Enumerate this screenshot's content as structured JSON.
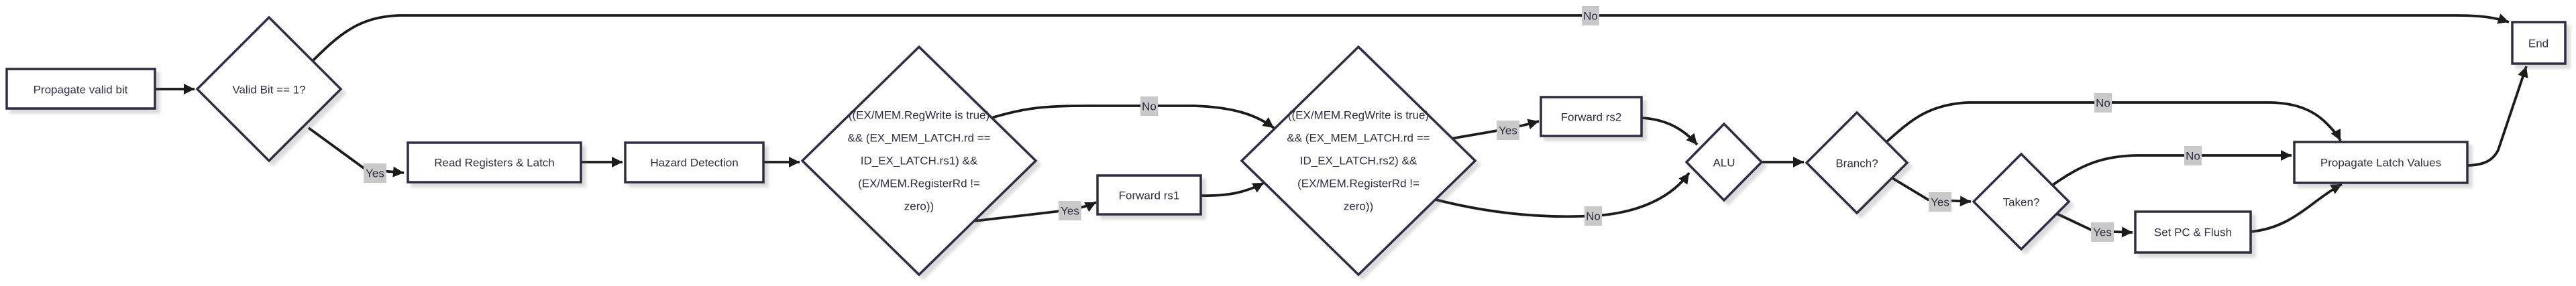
{
  "diagram": {
    "type": "flowchart",
    "direction": "left-to-right",
    "colors": {
      "node_fill": "#ffffff",
      "node_border": "#2e2d42",
      "node_text": "#2e2d42",
      "edge_line": "#1b1b1b",
      "edge_label_bg": "#c9c9c9",
      "edge_label_text": "#2e2d42",
      "background": "#ffffff"
    },
    "nodes": {
      "propagate_valid_bit": {
        "shape": "rect",
        "label": "Propagate valid bit"
      },
      "valid_bit_check": {
        "shape": "diamond",
        "label": "Valid Bit == 1?"
      },
      "read_registers": {
        "shape": "rect",
        "label": "Read Registers & Latch"
      },
      "hazard_detection": {
        "shape": "rect",
        "label": "Hazard Detection"
      },
      "forward_rs1_condition": {
        "shape": "diamond",
        "lines": [
          "((EX/MEM.RegWrite is true)",
          "&& (EX_MEM_LATCH.rd ==",
          "ID_EX_LATCH.rs1) &&",
          "(EX/MEM.RegisterRd !=",
          "zero))"
        ]
      },
      "forward_rs1": {
        "shape": "rect",
        "label": "Forward rs1"
      },
      "forward_rs2_condition": {
        "shape": "diamond",
        "lines": [
          "((EX/MEM.RegWrite is true)",
          "&& (EX_MEM_LATCH.rd ==",
          "ID_EX_LATCH.rs2) &&",
          "(EX/MEM.RegisterRd !=",
          "zero))"
        ]
      },
      "forward_rs2": {
        "shape": "rect",
        "label": "Forward rs2"
      },
      "alu": {
        "shape": "diamond",
        "label": "ALU"
      },
      "branch_check": {
        "shape": "diamond",
        "label": "Branch?"
      },
      "taken_check": {
        "shape": "diamond",
        "label": "Taken?"
      },
      "set_pc_flush": {
        "shape": "rect",
        "label": "Set PC & Flush"
      },
      "propagate_latch_values": {
        "shape": "rect",
        "label": "Propagate Latch Values"
      },
      "end": {
        "shape": "rect",
        "label": "End"
      }
    },
    "edge_labels": {
      "valid_no": "No",
      "valid_yes": "Yes",
      "rs1_cond_no": "No",
      "rs1_cond_yes": "Yes",
      "rs2_cond_yes": "Yes",
      "rs2_cond_no": "No",
      "branch_no": "No",
      "branch_yes": "Yes",
      "taken_no": "No",
      "taken_yes": "Yes"
    },
    "edges": [
      {
        "from": "propagate_valid_bit",
        "to": "valid_bit_check",
        "label": ""
      },
      {
        "from": "valid_bit_check",
        "to": "end",
        "label": "No"
      },
      {
        "from": "valid_bit_check",
        "to": "read_registers",
        "label": "Yes"
      },
      {
        "from": "read_registers",
        "to": "hazard_detection",
        "label": ""
      },
      {
        "from": "hazard_detection",
        "to": "forward_rs1_condition",
        "label": ""
      },
      {
        "from": "forward_rs1_condition",
        "to": "forward_rs2_condition",
        "label": "No"
      },
      {
        "from": "forward_rs1_condition",
        "to": "forward_rs1",
        "label": "Yes"
      },
      {
        "from": "forward_rs1",
        "to": "forward_rs2_condition",
        "label": ""
      },
      {
        "from": "forward_rs2_condition",
        "to": "forward_rs2",
        "label": "Yes"
      },
      {
        "from": "forward_rs2_condition",
        "to": "alu",
        "label": "No"
      },
      {
        "from": "forward_rs2",
        "to": "alu",
        "label": ""
      },
      {
        "from": "alu",
        "to": "branch_check",
        "label": ""
      },
      {
        "from": "branch_check",
        "to": "propagate_latch_values",
        "label": "No"
      },
      {
        "from": "branch_check",
        "to": "taken_check",
        "label": "Yes"
      },
      {
        "from": "taken_check",
        "to": "propagate_latch_values",
        "label": "No"
      },
      {
        "from": "taken_check",
        "to": "set_pc_flush",
        "label": "Yes"
      },
      {
        "from": "set_pc_flush",
        "to": "propagate_latch_values",
        "label": ""
      },
      {
        "from": "propagate_latch_values",
        "to": "end",
        "label": ""
      }
    ]
  }
}
